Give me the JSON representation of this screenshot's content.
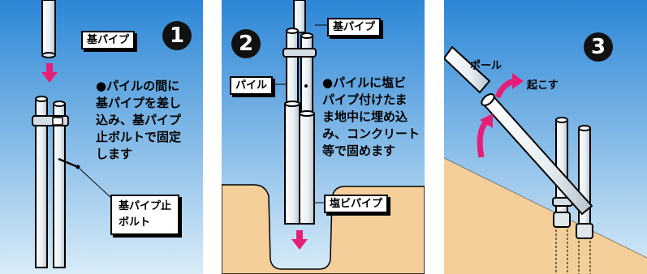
{
  "panels": [
    {
      "step": "1",
      "base_pipe_label": "基パイプ",
      "description_lines": [
        "●パイルの間に",
        "基パイプを差し",
        "込み、基パイプ",
        "止ボルトで固定",
        "します"
      ],
      "bolt_label_lines": [
        "基パイプ止",
        "ボルト"
      ]
    },
    {
      "step": "2",
      "base_pipe_label": "基パイプ",
      "pile_label": "パイル",
      "description_lines": [
        "●パイルに塩ビ",
        "パイプ付けたま",
        "ま地中に埋め込",
        "み、コンクリート",
        "等で固めます"
      ],
      "pvc_label": "塩ビパイプ"
    },
    {
      "step": "3",
      "pole_label": "ポール",
      "raise_label": "起こす"
    }
  ],
  "colors": {
    "sky_top": "#2b86d6",
    "sky_bottom": "#d9ecf8",
    "ground": "#f4cf9a",
    "arrow": "#e61e78"
  }
}
